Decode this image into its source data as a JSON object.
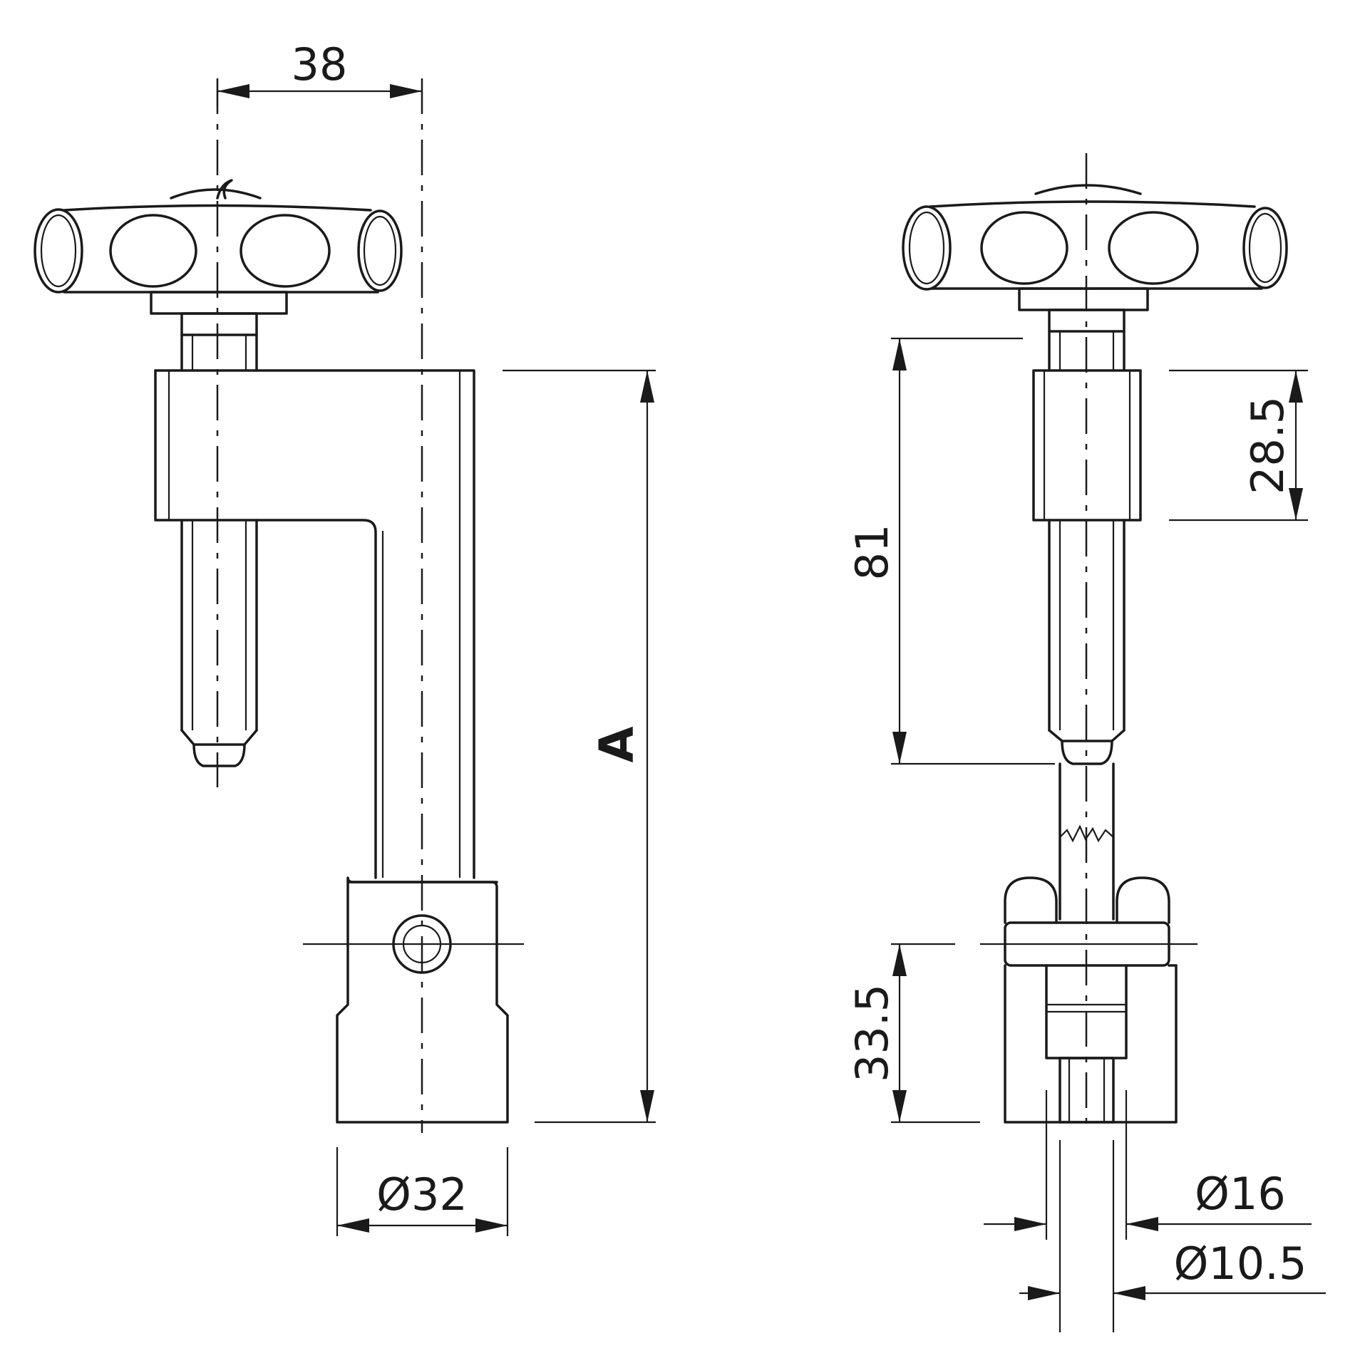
{
  "dimensions": {
    "offset": "38",
    "height": "A",
    "body_diameter": "Ø32",
    "pin_travel": "81",
    "collar_height": "28.5",
    "base_height": "33.5",
    "outer_diameter": "Ø16",
    "pin_diameter": "Ø10.5"
  }
}
